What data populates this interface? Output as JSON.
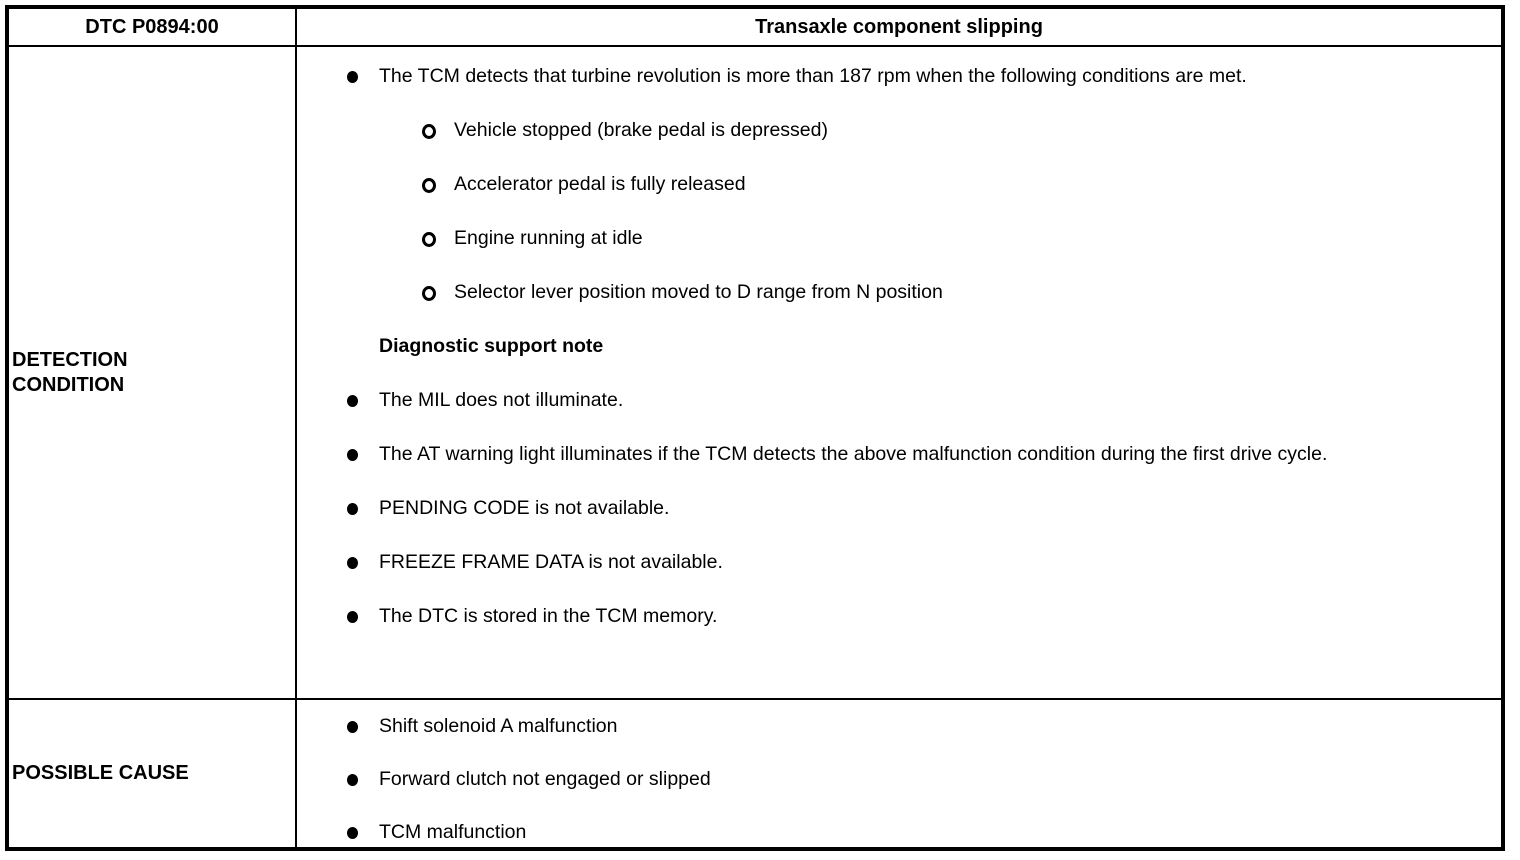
{
  "colors": {
    "border": "#000000",
    "background": "#ffffff",
    "text": "#000000"
  },
  "header": {
    "code": "DTC P0894:00",
    "title": "Transaxle component slipping"
  },
  "rows": [
    {
      "label": "DETECTION CONDITION",
      "items": [
        {
          "type": "bullet",
          "text": "The TCM detects that turbine revolution is more than 187 rpm when the following conditions are met."
        },
        {
          "type": "sub",
          "text": "Vehicle stopped (brake pedal is depressed)"
        },
        {
          "type": "sub",
          "text": "Accelerator pedal is fully released"
        },
        {
          "type": "sub",
          "text": "Engine running at idle"
        },
        {
          "type": "sub",
          "text": "Selector lever position moved to D range from N position"
        },
        {
          "type": "heading",
          "text": "Diagnostic support note"
        },
        {
          "type": "bullet",
          "text": "The MIL does not illuminate."
        },
        {
          "type": "bullet",
          "text": "The AT warning light illuminates if the TCM detects the above malfunction condition during the first drive cycle."
        },
        {
          "type": "bullet",
          "text": "PENDING CODE is not available."
        },
        {
          "type": "bullet",
          "text": "FREEZE FRAME DATA is not available."
        },
        {
          "type": "bullet",
          "text": "The DTC is stored in the TCM memory."
        }
      ]
    },
    {
      "label": "POSSIBLE CAUSE",
      "items": [
        {
          "type": "bullet",
          "text": "Shift solenoid A malfunction"
        },
        {
          "type": "bullet",
          "text": "Forward clutch not engaged or slipped"
        },
        {
          "type": "bullet",
          "text": "TCM malfunction"
        }
      ]
    }
  ]
}
